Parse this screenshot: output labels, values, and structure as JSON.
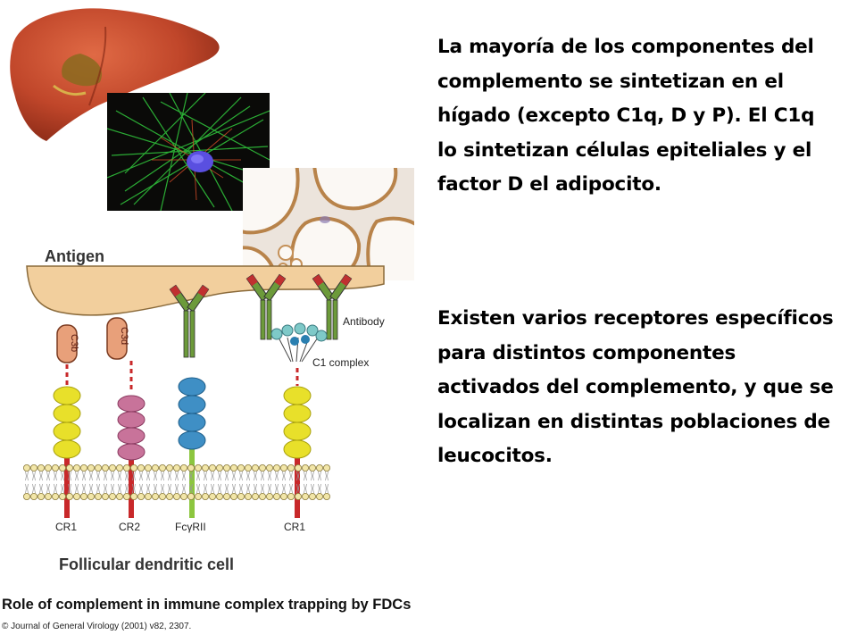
{
  "paragraph1": "La mayoría de los componentes del complemento se sintetizan en el hígado (excepto C1q, D y P). El C1q lo sintetizan células epiteliales y el factor D el adipocito.",
  "paragraph2": "Existen varios receptores específicos para distintos componentes activados del complemento, y que se localizan en distintas poblaciones de leucocitos.",
  "figure": {
    "antigen_label": "Antigen",
    "antibody_label": "Antibody",
    "c1_complex_label": "C1 complex",
    "c3b_label": "C3b",
    "c3d_label": "C3d",
    "receptor_labels": [
      "CR1",
      "CR2",
      "FcγRII",
      "CR1"
    ],
    "cell_label": "Follicular dendritic cell",
    "caption": "Role of complement in immune complex trapping by FDCs",
    "credit": "© Journal of General Virology (2001) v82, 2307."
  },
  "colors": {
    "liver": "#b8401f",
    "antigen_fill": "#f2cf9d",
    "receptor_yellow": "#e8e02a",
    "receptor_pink": "#c8739a",
    "receptor_blue": "#3f8fc5",
    "stalk_red": "#c8282a",
    "stalk_green": "#8cc63f",
    "antibody_green": "#6c9a3a",
    "antibody_red": "#c03030"
  },
  "images": [
    "liver-illustration",
    "fluorescence-micrograph",
    "adipocyte-histology"
  ]
}
